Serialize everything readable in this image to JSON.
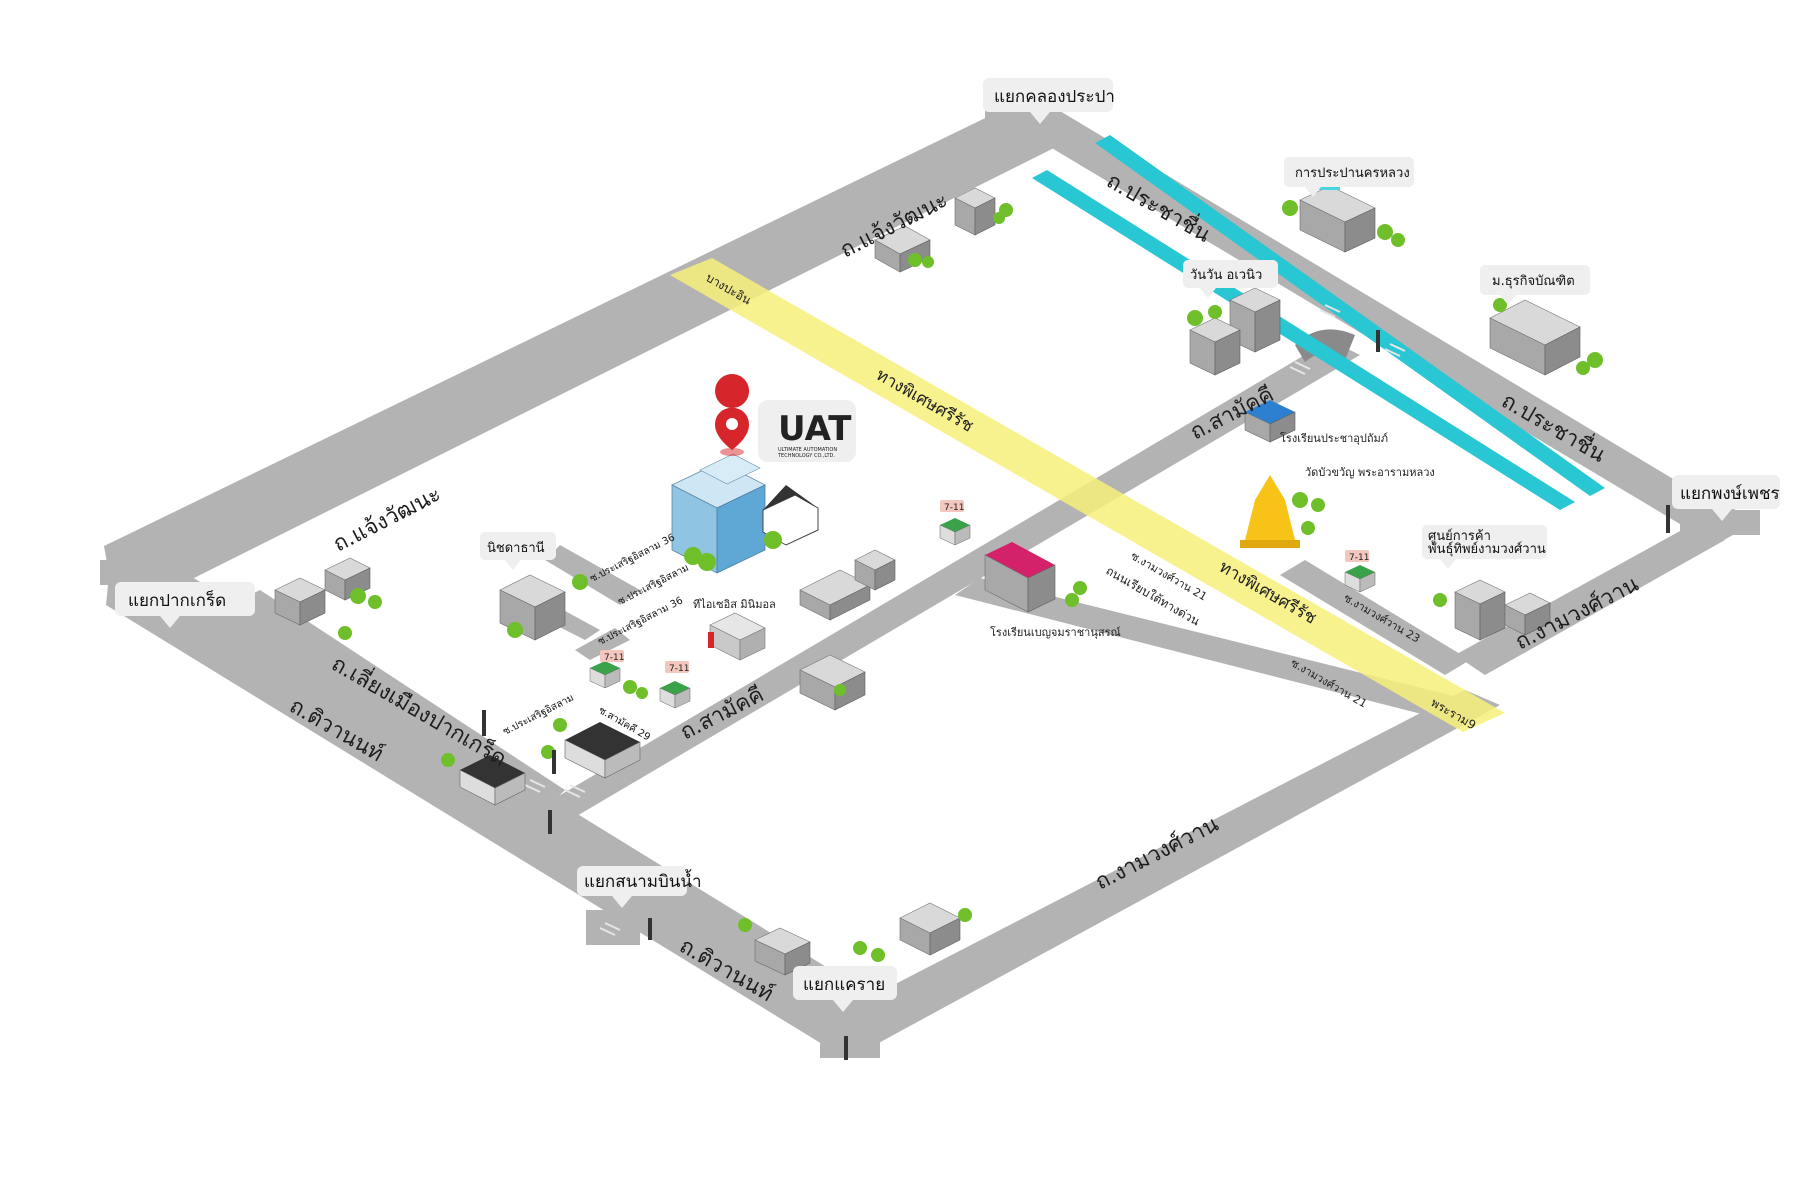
{
  "colors": {
    "road": "#b3b3b3",
    "expressway": "#f7f07a",
    "skytrain": "#29c6d4",
    "pin": "#d7262b",
    "tree": "#6fbf2a",
    "callout": "#efefef",
    "temple": "#f6c316",
    "school_roof_blue": "#2d7fd0",
    "school_roof_pink": "#d3226a"
  },
  "logo": {
    "name": "UAT",
    "tagline1": "ULTIMATE AUTOMATION",
    "tagline2": "TECHNOLOGY CO.,LTD."
  },
  "intersections": {
    "khlong_prapa": "แยกคลองประปา",
    "pak_kret": "แยกปากเกร็ด",
    "phong_phet": "แยกพงษ์เพชร",
    "sanam_bin_nam": "แยกสนามบินน้ำ",
    "khae_rai": "แยกแคราย"
  },
  "roads": {
    "chaeng_top": "ถ.แจ้งวัฒนะ",
    "chaeng_left": "ถ.แจ้งวัฒนะ",
    "prachachuen_top": "ถ.ประชาชื่น",
    "prachachuen_right": "ถ.ประชาชื่น",
    "samakkhi_mid": "ถ.สามัคคี",
    "samakkhi_low": "ถ.สามัคคี",
    "liang_mueang": "ถ.เลี่ยงเมืองปากเกร็ด",
    "tiwanon_left": "ถ.ติวานนท์",
    "tiwanon_low": "ถ.ติวานนท์",
    "ngamwongwan_low": "ถ.งามวงศ์วาน",
    "ngamwongwan_right": "ถ.งามวงศ์วาน",
    "expressway_1": "ทางพิเศษศรีรัช",
    "expressway_2": "ทางพิเศษศรีรัช",
    "bang_pa_in": "บางปะอิน",
    "rama9": "พระราม9",
    "soi_ngamwongwan_21a": "ซ.งามวงศ์วาน 21",
    "soi_tunnel": "ถนนเรียบใต้ทางด่วน",
    "soi_ngamwongwan_21b": "ซ.งามวงศ์วาน 21",
    "soi_ngamwongwan_23": "ซ.งามวงศ์วาน 23",
    "soi_prasert_36a": "ซ.ประเสริฐอิสลาม 36",
    "soi_prasert_36b": "ซ.ประเสริฐอิสลาม 36",
    "soi_prasert_a": "ซ.ประเสริฐอิสลาม",
    "soi_prasert_b": "ซ.ประเสริฐอิสลาม",
    "soi_samakkhi_29": "ซ.สามัคคี 29"
  },
  "pois": {
    "nitcha": "นิชดาธานี",
    "water_authority": "การประปานครหลวง",
    "wanwan": "วันวัน อเวนิว",
    "dhurakij": "ม.ธุรกิจบัณฑิต",
    "school_prachauppatham": "โรงเรียนประชาอุปถัมภ์",
    "temple": "วัดบัวขวัญ พระอารามหลวง",
    "mall_phanthip": "ศูนย์การค้า",
    "mall_phanthip2": "พันธุ์ทิพย์งามวงศ์วาน",
    "school_bencha": "โรงเรียนเบญจมราชานุสรณ์",
    "tc_mall": "ทีไอเซอิส มินิมอล",
    "seven_eleven": "7-11"
  }
}
